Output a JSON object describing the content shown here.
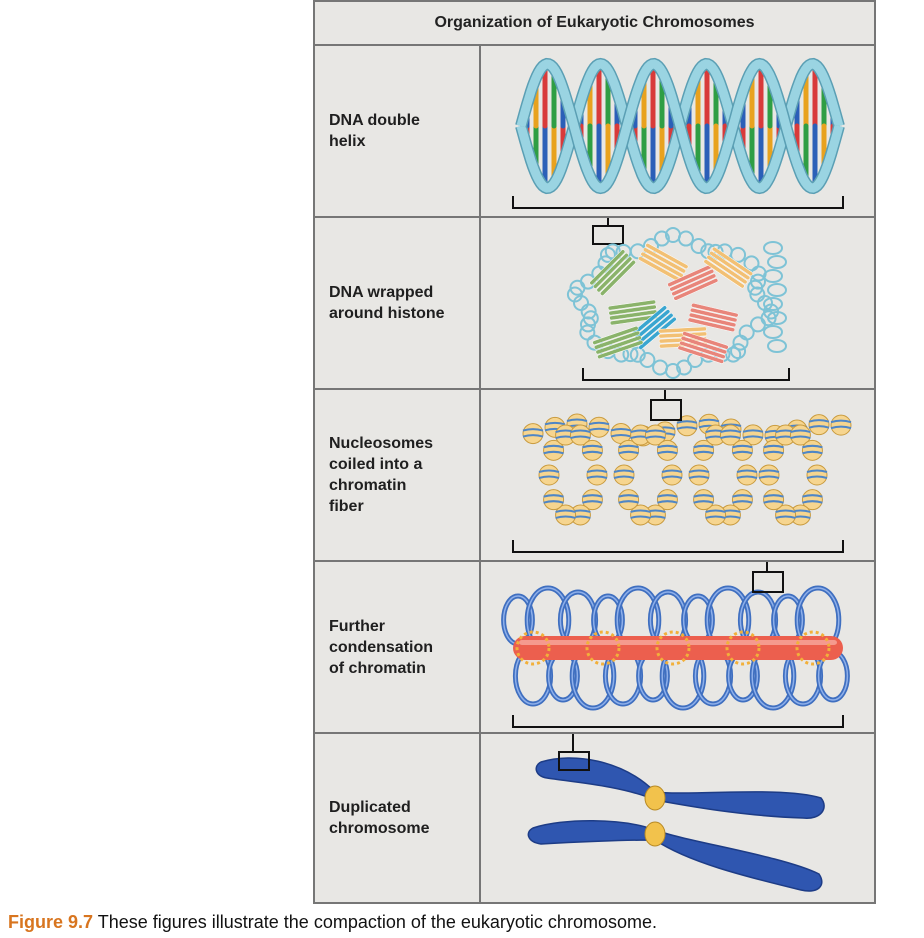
{
  "figure": {
    "title": "Organization of Eukaryotic Chromosomes",
    "rows": [
      {
        "label": "DNA double\nhelix"
      },
      {
        "label": "DNA wrapped\naround histone"
      },
      {
        "label": "Nucleosomes\ncoiled into a\nchromatin\nfiber"
      },
      {
        "label": "Further\ncondensation\nof chromatin"
      },
      {
        "label": "Duplicated\nchromosome"
      }
    ]
  },
  "caption": {
    "figure_number": "Figure 9.7",
    "text": " These figures illustrate the compaction of the eukaryotic chromosome."
  },
  "colors": {
    "panel_background": "#e8e7e4",
    "border": "#767676",
    "helix_backbone": "#9ad4e2",
    "base_colors": [
      "#d83a3a",
      "#2f9e44",
      "#2b5fb8",
      "#e8a21e"
    ],
    "histone_colors": [
      "#8ab36a",
      "#e8857a",
      "#f2c074",
      "#3aa6d0"
    ],
    "nucleosome_fill": "#f6d58f",
    "nucleosome_stripe": "#4f86c6",
    "chromatin_loop": "#3f6fc0",
    "scaffold": "#ec5f4e",
    "chromosome_body": "#2f56b0",
    "centromere": "#f2c24c",
    "caption_figure_color": "#d8751f"
  }
}
